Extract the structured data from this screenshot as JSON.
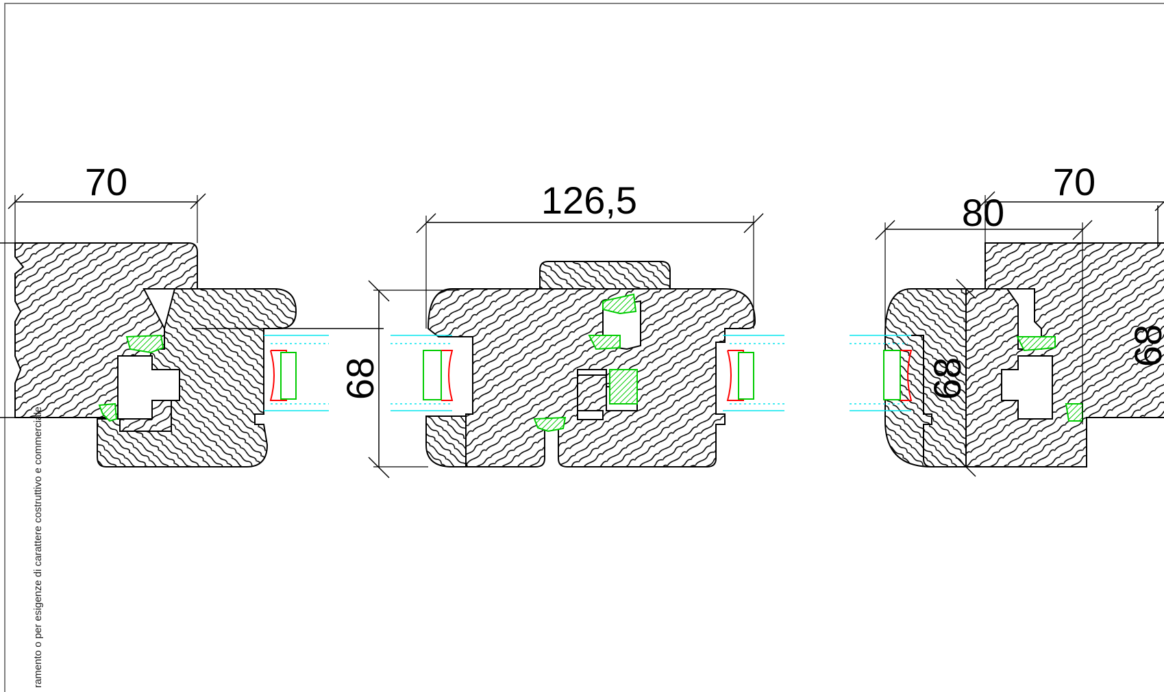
{
  "colors": {
    "line": "#000000",
    "gasket": "#00cc00",
    "glass": "#00e5ee",
    "sealant": "#ff0000",
    "background": "#ffffff"
  },
  "dimensions": {
    "left_width": "70",
    "center_width": "126,5",
    "center_height": "68",
    "right_height": "68",
    "right_width_a": "80",
    "right_width_b": "70",
    "right_partial": "68"
  },
  "side_note": "ramento o per esigenze di carattere costruttivo e commerciale"
}
